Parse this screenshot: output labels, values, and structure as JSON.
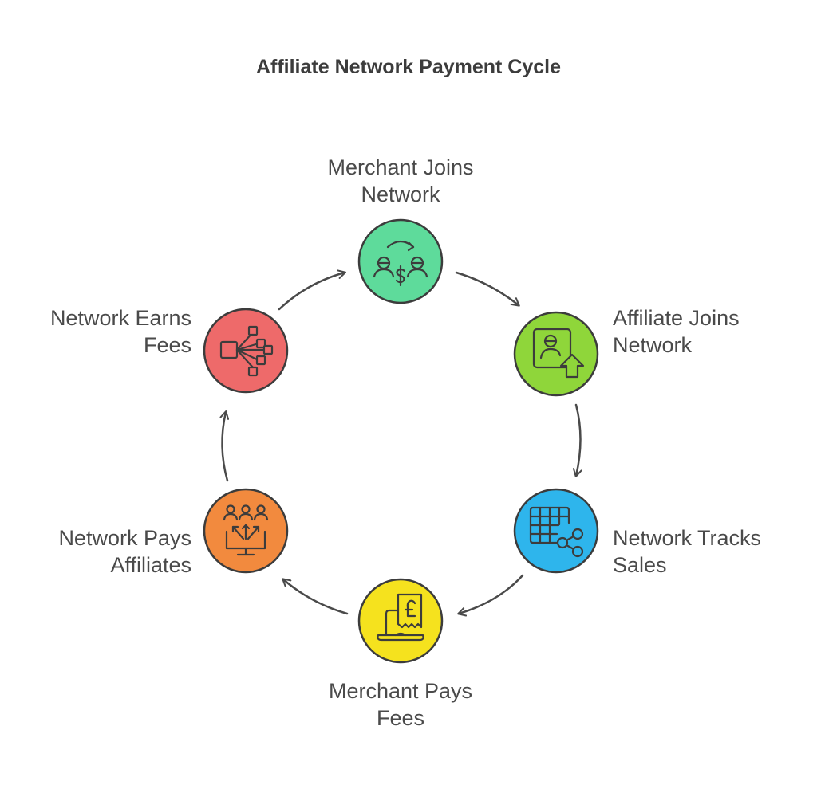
{
  "title": "Affiliate Network Payment Cycle",
  "steps": [
    {
      "line1": "Merchant Joins",
      "line2": "Network",
      "color": "#5edb9b",
      "icon": "merchant-exchange-icon"
    },
    {
      "line1": "Affiliate Joins",
      "line2": "Network",
      "color": "#8fd63a",
      "icon": "user-upload-icon"
    },
    {
      "line1": "Network Tracks",
      "line2": "Sales",
      "color": "#2eb5ec",
      "icon": "table-share-icon"
    },
    {
      "line1": "Merchant Pays",
      "line2": "Fees",
      "color": "#f5e21e",
      "icon": "laptop-invoice-pound-icon"
    },
    {
      "line1": "Network Pays",
      "line2": "Affiliates",
      "color": "#f28a3e",
      "icon": "group-distribution-icon"
    },
    {
      "line1": "Network Earns",
      "line2": "Fees",
      "color": "#ee6a6a",
      "icon": "network-hub-icon"
    }
  ]
}
